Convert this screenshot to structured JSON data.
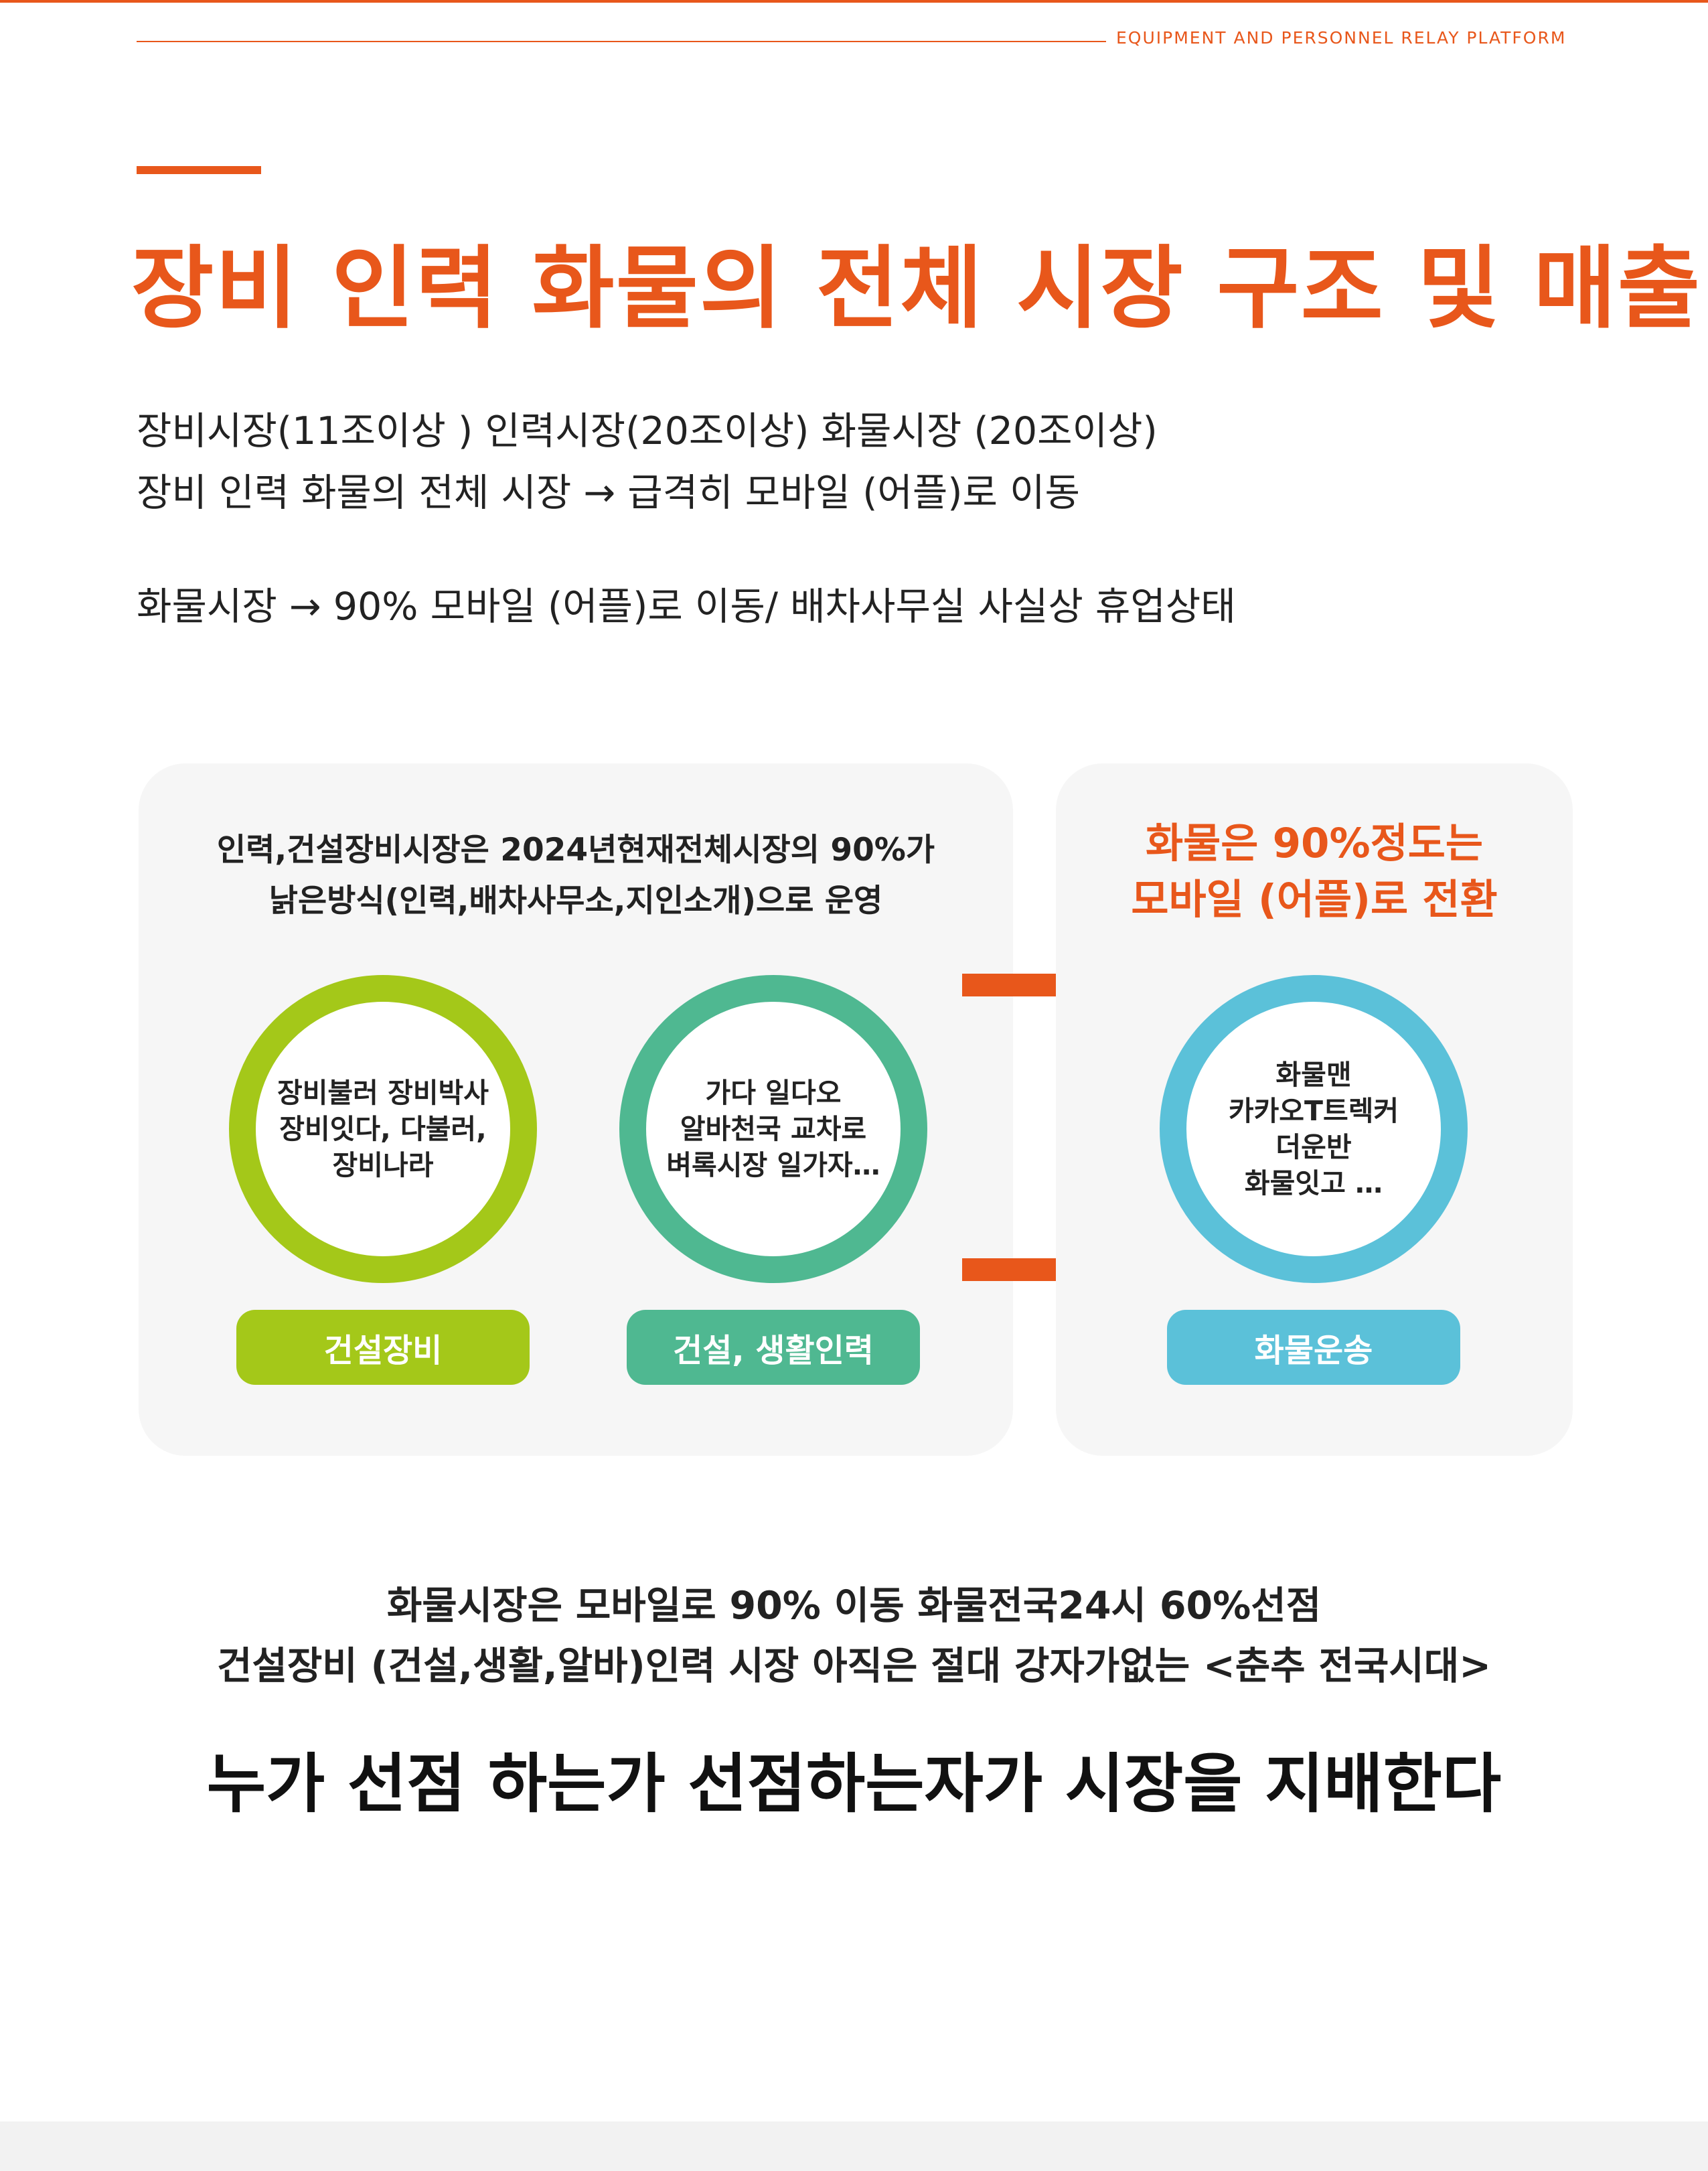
{
  "header": {
    "platform_text": "EQUIPMENT AND PERSONNEL RELAY PLATFORM"
  },
  "page_title": "장비 인력 화물의 전체 시장 구조 및 매출",
  "intro": {
    "line1": "장비시장(11조이상 ) 인력시장(20조이상) 화물시장 (20조이상)",
    "line2": "장비 인력 화물의 전체 시장 → 급격히 모바일 (어플)로 이동",
    "line3": "화물시장 →  90% 모바일 (어플)로 이동/ 배차사무실 사실상 휴업상태"
  },
  "left_panel": {
    "caption_line1": "인력,건설장비시장은 2024년현재전체시장의  90%가",
    "caption_line2": "낡은방식(인력,배차사무소,지인소개)으로 운영",
    "circles": [
      {
        "lines": [
          "장비불러 장비박사",
          "장비잇다, 다불러,",
          "장비나라"
        ],
        "label": "건설장비",
        "color": "#a4c819"
      },
      {
        "lines": [
          "가다 일다오",
          "알바천국 교차로",
          "벼록시장 일가자…"
        ],
        "label": "건설, 생활인력",
        "color": "#4fb891"
      }
    ]
  },
  "right_panel": {
    "caption_line1": "화물은 90%정도는",
    "caption_line2": "모바일 (어플)로 전환",
    "circle": {
      "lines": [
        "화물맨",
        "카카오T트렉커",
        "더운반",
        "화물잇고 …"
      ],
      "label": "화물운송",
      "color": "#5bc1d9"
    }
  },
  "accent_color": "#e8571b",
  "summary": {
    "line1": "화물시장은  모바일로 90% 이동 화물전국24시 60%선점",
    "line2": "건설장비 (건설,생활,알바)인력 시장 아직은 절대 강자가없는 <춘추 전국시대>"
  },
  "slogan": "누가 선점 하는가 선점하는자가 시장을 지배한다"
}
